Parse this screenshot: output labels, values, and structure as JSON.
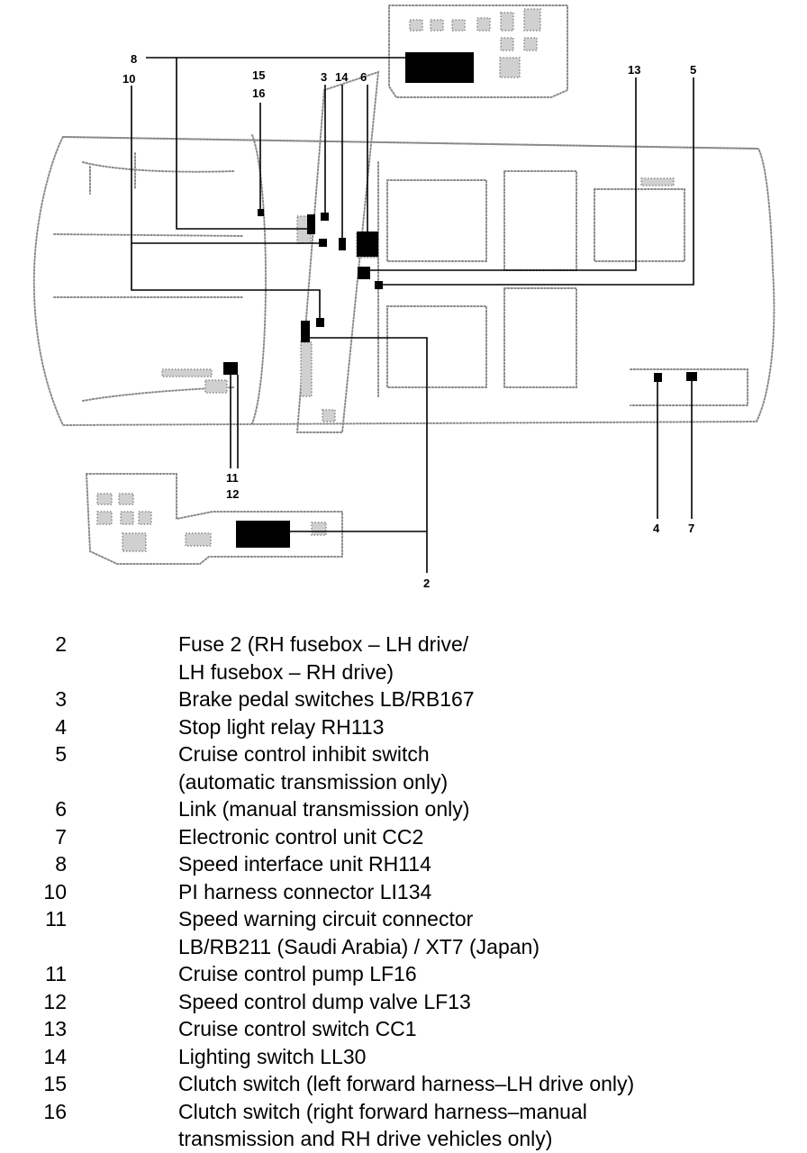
{
  "diagram": {
    "callouts": [
      "8",
      "10",
      "15",
      "16",
      "3",
      "14",
      "6",
      "13",
      "5",
      "11",
      "12",
      "2",
      "4",
      "7"
    ]
  },
  "legend": [
    {
      "num": "2",
      "lines": [
        "Fuse 2 (RH fusebox – LH drive/",
        "LH fusebox – RH drive)"
      ]
    },
    {
      "num": "3",
      "lines": [
        "Brake pedal switches LB/RB167"
      ]
    },
    {
      "num": "4",
      "lines": [
        "Stop light relay RH113"
      ]
    },
    {
      "num": "5",
      "lines": [
        "Cruise control inhibit switch",
        "(automatic transmission only)"
      ]
    },
    {
      "num": "6",
      "lines": [
        "Link (manual transmission only)"
      ]
    },
    {
      "num": "7",
      "lines": [
        "Electronic control unit CC2"
      ]
    },
    {
      "num": "8",
      "lines": [
        "Speed interface unit RH114"
      ]
    },
    {
      "num": "10",
      "lines": [
        "PI harness connector LI134"
      ]
    },
    {
      "num": "11",
      "lines": [
        "Speed warning circuit connector",
        "LB/RB211 (Saudi Arabia) / XT7 (Japan)"
      ]
    },
    {
      "num": "11",
      "lines": [
        "Cruise control pump LF16"
      ]
    },
    {
      "num": "12",
      "lines": [
        "Speed control dump valve LF13"
      ]
    },
    {
      "num": "13",
      "lines": [
        "Cruise control switch CC1"
      ]
    },
    {
      "num": "14",
      "lines": [
        "Lighting switch LL30"
      ]
    },
    {
      "num": "15",
      "lines": [
        "Clutch switch (left forward harness–LH drive only)"
      ]
    },
    {
      "num": "16",
      "lines": [
        "Clutch switch (right forward harness–manual",
        "transmission and RH drive vehicles only)"
      ]
    }
  ]
}
